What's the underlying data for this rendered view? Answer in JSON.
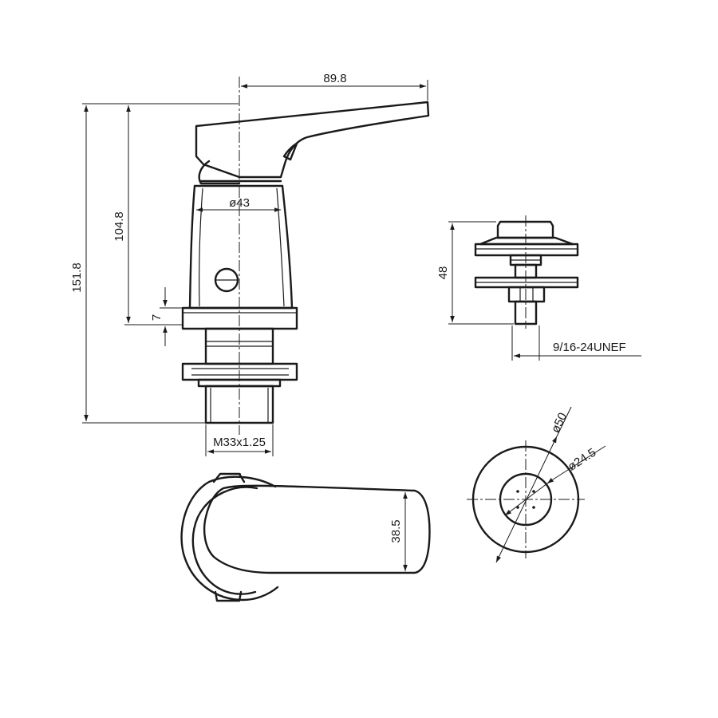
{
  "drawing": {
    "dims": {
      "handle_reach": "89.8",
      "body_diameter": "ø43",
      "top_height": "104.8",
      "total_height": "151.8",
      "flange_thickness": "7",
      "mount_thread": "M33x1.25",
      "fitting_height": "48",
      "fitting_thread": "9/16-24UNEF",
      "handle_width": "38.5",
      "outer_diameter": "ø50",
      "inner_diameter": "ø24.5"
    }
  }
}
